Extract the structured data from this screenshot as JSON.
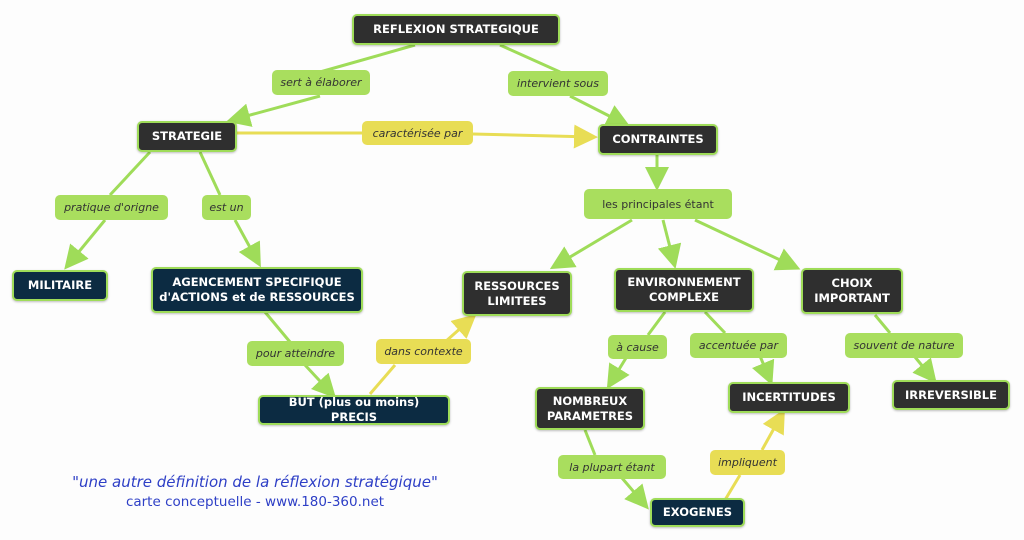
{
  "colors": {
    "edge_green": "#9fdc59",
    "edge_yellow": "#e8dd55",
    "node_gray": "#2f2f2f",
    "node_navy": "#0c2b42",
    "caption": "#2e3fc6"
  },
  "nodes": {
    "reflexion": "REFLEXION STRATEGIQUE",
    "strategie": "STRATEGIE",
    "contraintes": "CONTRAINTES",
    "militaire": "MILITAIRE",
    "agencement_l1": "AGENCEMENT SPECIFIQUE",
    "agencement_l2": "d'ACTIONS et de RESSOURCES",
    "but": "BUT (plus ou moins) PRECIS",
    "ressources_l1": "RESSOURCES",
    "ressources_l2": "LIMITEES",
    "environnement_l1": "ENVIRONNEMENT",
    "environnement_l2": "COMPLEXE",
    "choix_l1": "CHOIX",
    "choix_l2": "IMPORTANT",
    "nombreux_l1": "NOMBREUX",
    "nombreux_l2": "PARAMETRES",
    "incertitudes": "INCERTITUDES",
    "irreversible": "IRREVERSIBLE",
    "exogenes": "EXOGENES"
  },
  "links": {
    "sert": "sert à élaborer",
    "intervient": "intervient sous",
    "caracterisee": "caractérisée par",
    "pratique": "pratique d'origne",
    "estun": "est un",
    "principales": "les principales étant",
    "atteindre": "pour atteindre",
    "contexte": "dans contexte",
    "acause": "à cause",
    "accentuee": "accentuée par",
    "souvent": "souvent de nature",
    "plupart": "la plupart étant",
    "impliquent": "impliquent"
  },
  "caption": {
    "line1": "\"une autre définition de la réflexion stratégique\"",
    "line2": "carte conceptuelle - www.180-360.net"
  }
}
